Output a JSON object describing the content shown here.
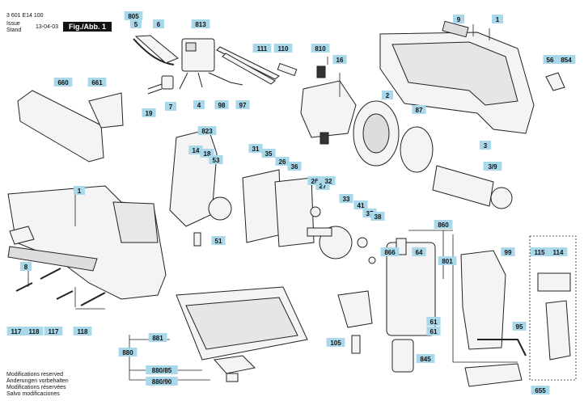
{
  "header": {
    "doc_number": "3 601 E14 100",
    "issue_label": "Issue",
    "stand_label": "Stand",
    "date": "13-04-03",
    "figure_label": "Fig./Abb. 1"
  },
  "footer": {
    "lines": [
      "Modifications reserved",
      "Änderungen vorbehalten",
      "Modifications réservées",
      "Salvo modificaciones"
    ]
  },
  "colors": {
    "label_fill": "#a9d8ea",
    "line": "#222222",
    "part_fill": "#f4f4f4"
  },
  "callouts": {
    "c805": "805",
    "c5": "5",
    "c6": "6",
    "c813": "813",
    "c111": "111",
    "c110": "110",
    "c810": "810",
    "c16": "16",
    "c9": "9",
    "c1a": "1",
    "c56": "56",
    "c854": "854",
    "c660": "660",
    "c661": "661",
    "c7": "7",
    "c19": "19",
    "c4": "4",
    "c98": "98",
    "c97": "97",
    "c2": "2",
    "c87": "87",
    "c823": "823",
    "c14": "14",
    "c18": "18",
    "c53": "53",
    "c31": "31",
    "c35": "35",
    "c26a": "26",
    "c36": "36",
    "c26b": "26",
    "c27": "27",
    "c32": "32",
    "c33": "33",
    "c41": "41",
    "c37": "37",
    "c38": "38",
    "c3": "3",
    "c39": "3/9",
    "c1b": "1",
    "c8": "8",
    "c51": "51",
    "c860": "860",
    "c866": "866",
    "c64": "64",
    "c801": "801",
    "c99": "99",
    "c115": "115",
    "c114": "114",
    "c117a": "117",
    "c118a": "118",
    "c117b": "117",
    "c118b": "118",
    "c881": "881",
    "c880": "880",
    "c88085": "880/85",
    "c88090": "880/90",
    "c105": "105",
    "c61a": "61",
    "c61b": "61",
    "c845": "845",
    "c95": "95",
    "c655": "655"
  }
}
